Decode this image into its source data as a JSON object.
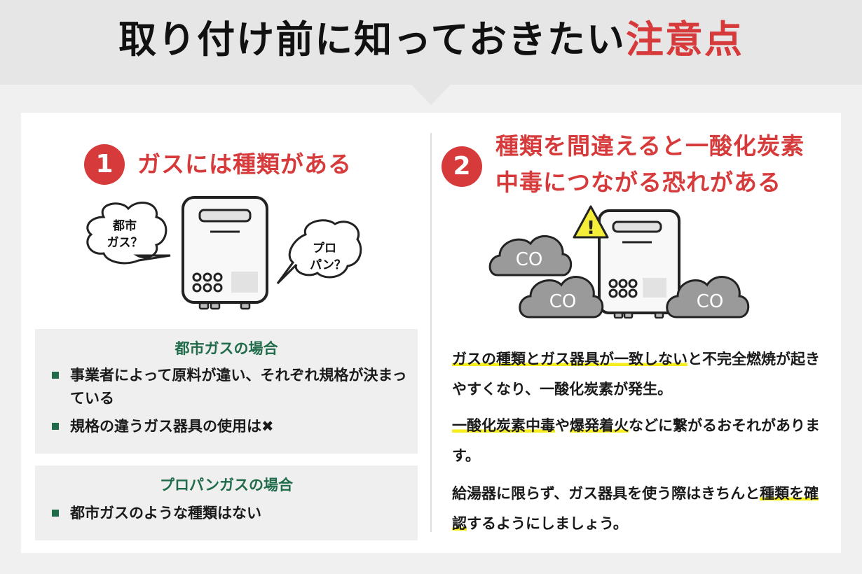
{
  "header": {
    "title_main": "取り付け前に知っておきたい",
    "title_accent": "注意点"
  },
  "section1": {
    "number": "1",
    "heading": "ガスには種類がある",
    "illustration": {
      "bubble_left": [
        "都市",
        "ガス？"
      ],
      "bubble_right": [
        "プロ",
        "パン？"
      ]
    },
    "city_gas_box": {
      "heading": "都市ガスの場合",
      "items": [
        "事業者によって原料が違い、それぞれ規格が決まっている",
        "規格の違うガス器具の使用は✖"
      ]
    },
    "propane_box": {
      "heading": "プロパンガスの場合",
      "items": [
        "都市ガスのような種類はない"
      ]
    }
  },
  "section2": {
    "number": "2",
    "heading_line1": "種類を間違えると一酸化炭素",
    "heading_line2": "中毒につながる恐れがある",
    "illustration": {
      "cloud_labels": [
        "CO",
        "CO",
        "CO"
      ],
      "warning_icon": "!"
    },
    "paragraphs": [
      {
        "highlight": "ガスの種類とガス器具が一致しない",
        "rest": "と不完全燃焼が起きやすくなり、一酸化炭素が発生。"
      },
      {
        "hl1": "一酸化炭素中毒",
        "mid": "や",
        "hl2": "爆発着火",
        "rest": "などに繋がるおそれがあります。"
      },
      {
        "pre": "給湯器に限らず、ガス器具を使う際はきちんと",
        "highlight": "種類を確認",
        "rest": "するようにしましょう。"
      }
    ]
  },
  "colors": {
    "accent_red": "#d63a3a",
    "green": "#1f6b4a",
    "highlight_yellow": "#f6ee1c",
    "box_gray": "#efefef",
    "cloud_gray": "#9a9a9a"
  }
}
